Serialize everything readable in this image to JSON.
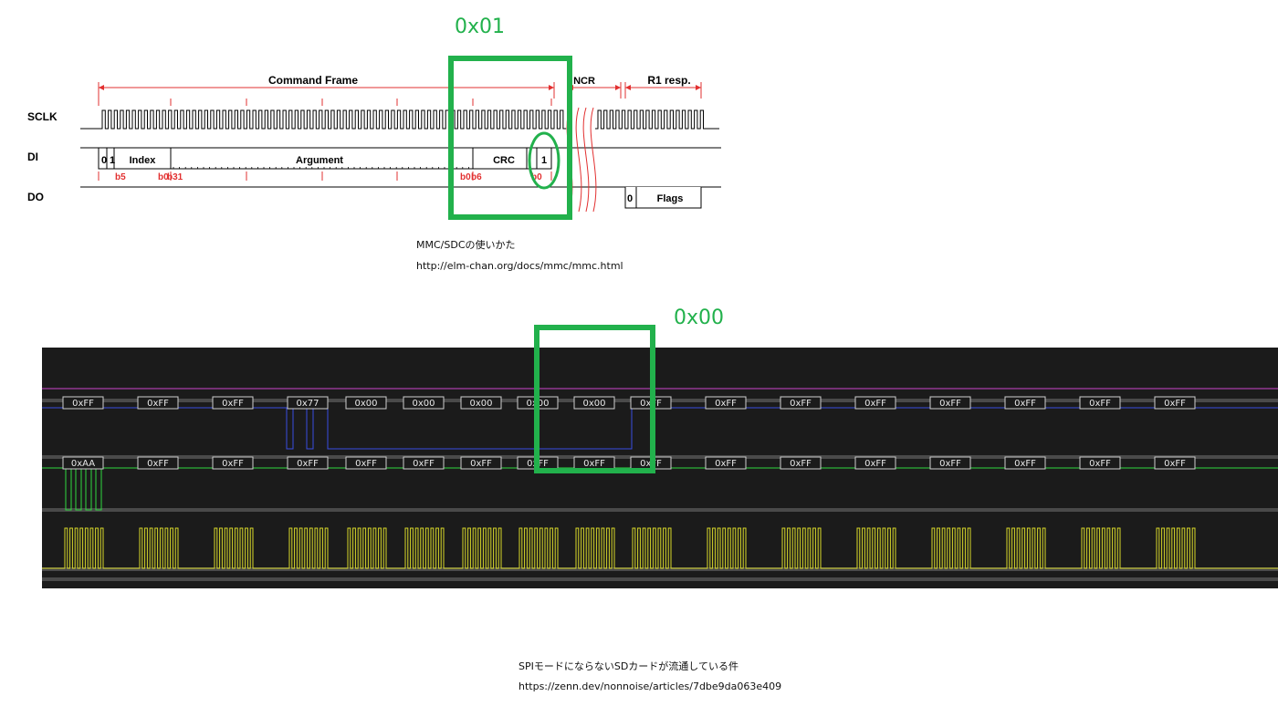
{
  "top_diagram": {
    "annotation": "0x01",
    "frame_labels": {
      "command_frame": "Command Frame",
      "ncr": "NCR",
      "r1_resp": "R1 resp."
    },
    "signals": [
      "SCLK",
      "DI",
      "DO"
    ],
    "di_fields": [
      "0",
      "1",
      "Index",
      "Argument",
      "CRC",
      "1"
    ],
    "bit_labels": [
      "b5",
      "b0",
      "b31",
      "b0",
      "b6",
      "b0"
    ],
    "do_fields": [
      "0",
      "Flags"
    ],
    "caption_title": "MMC/SDCの使いかた",
    "caption_url": "http://elm-chan.org/docs/mmc/mmc.html"
  },
  "bottom_capture": {
    "annotation": "0x00",
    "mosi_bytes": [
      "0xFF",
      "0xFF",
      "0xFF",
      "0x77",
      "0x00",
      "0x00",
      "0x00",
      "0x00",
      "0x00",
      "0xFF",
      "0xFF",
      "0xFF",
      "0xFF",
      "0xFF",
      "0xFF",
      "0xFF",
      "0xFF"
    ],
    "miso_bytes": [
      "0xAA",
      "0xFF",
      "0xFF",
      "0xFF",
      "0xFF",
      "0xFF",
      "0xFF",
      "0xFF",
      "0xFF",
      "0xFF",
      "0xFF",
      "0xFF",
      "0xFF",
      "0xFF",
      "0xFF",
      "0xFF",
      "0xFF"
    ],
    "colors": {
      "mosi": "#3a4de0",
      "miso": "#2fd83f",
      "clock": "#d8d82a",
      "magenta": "#cc44cc",
      "highlight": "#22b14c",
      "annotation_red": "#e23030"
    },
    "caption_title": "SPIモードにならないSDカードが流通している件",
    "caption_url": "https://zenn.dev/nonnoise/articles/7dbe9da063e409"
  }
}
